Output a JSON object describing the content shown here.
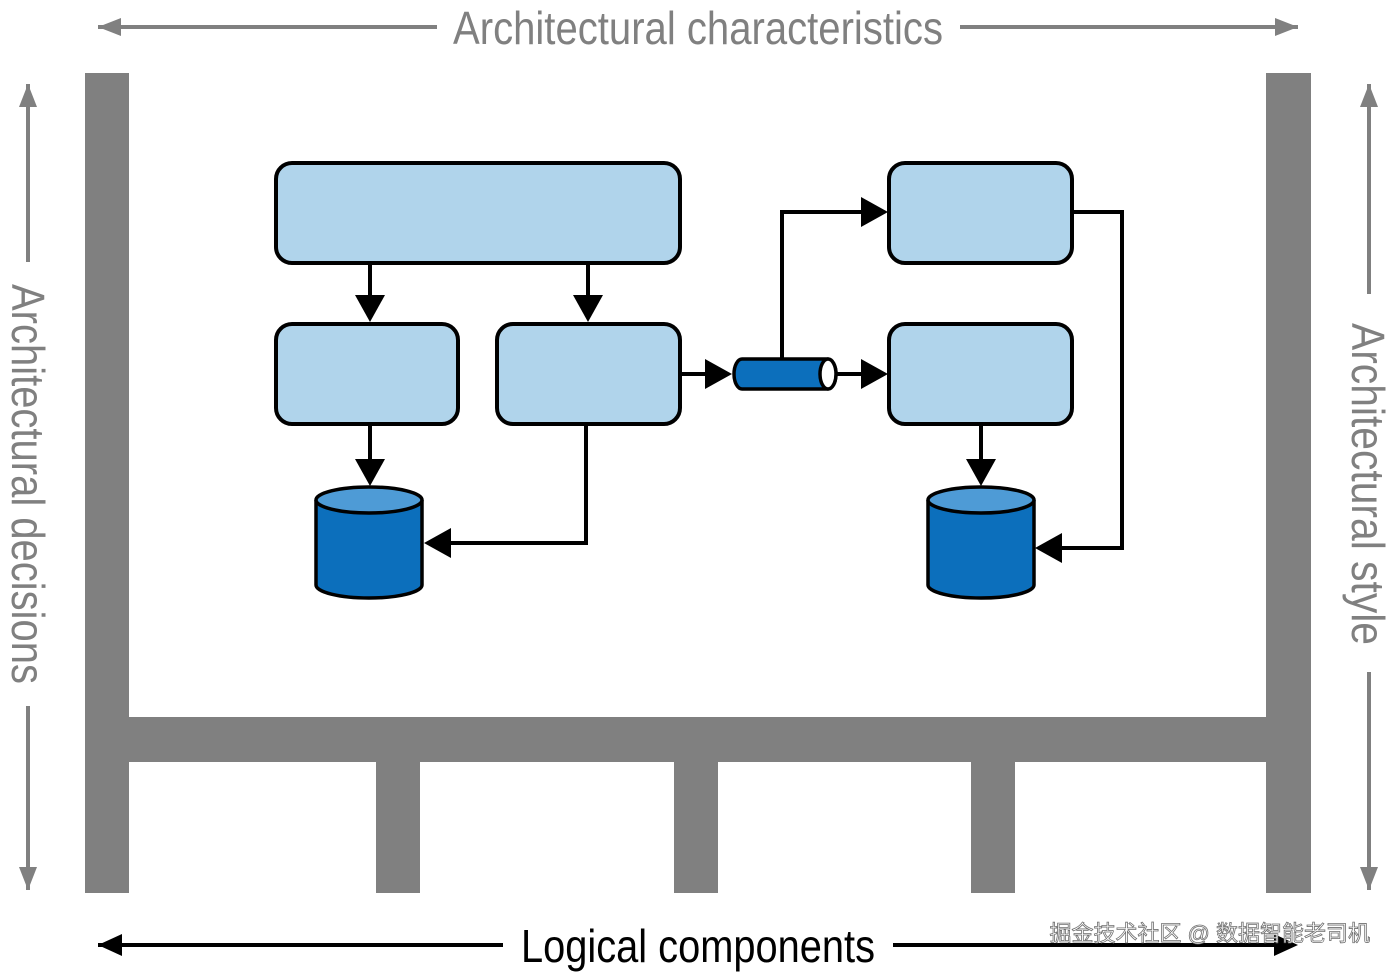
{
  "labels": {
    "top": "Architectural characteristics",
    "left": "Architectural decisions",
    "right": "Architectural style",
    "bottom": "Logical components"
  },
  "watermark": "掘金技术社区 @ 数据智能老司机",
  "colors": {
    "frame": "#808080",
    "label_gray": "#808080",
    "box_fill": "#b0d4eb",
    "db_fill": "#0c6fbc",
    "db_top": "#4e9bd6",
    "stroke": "#000000",
    "watermark": "#ffffff"
  }
}
